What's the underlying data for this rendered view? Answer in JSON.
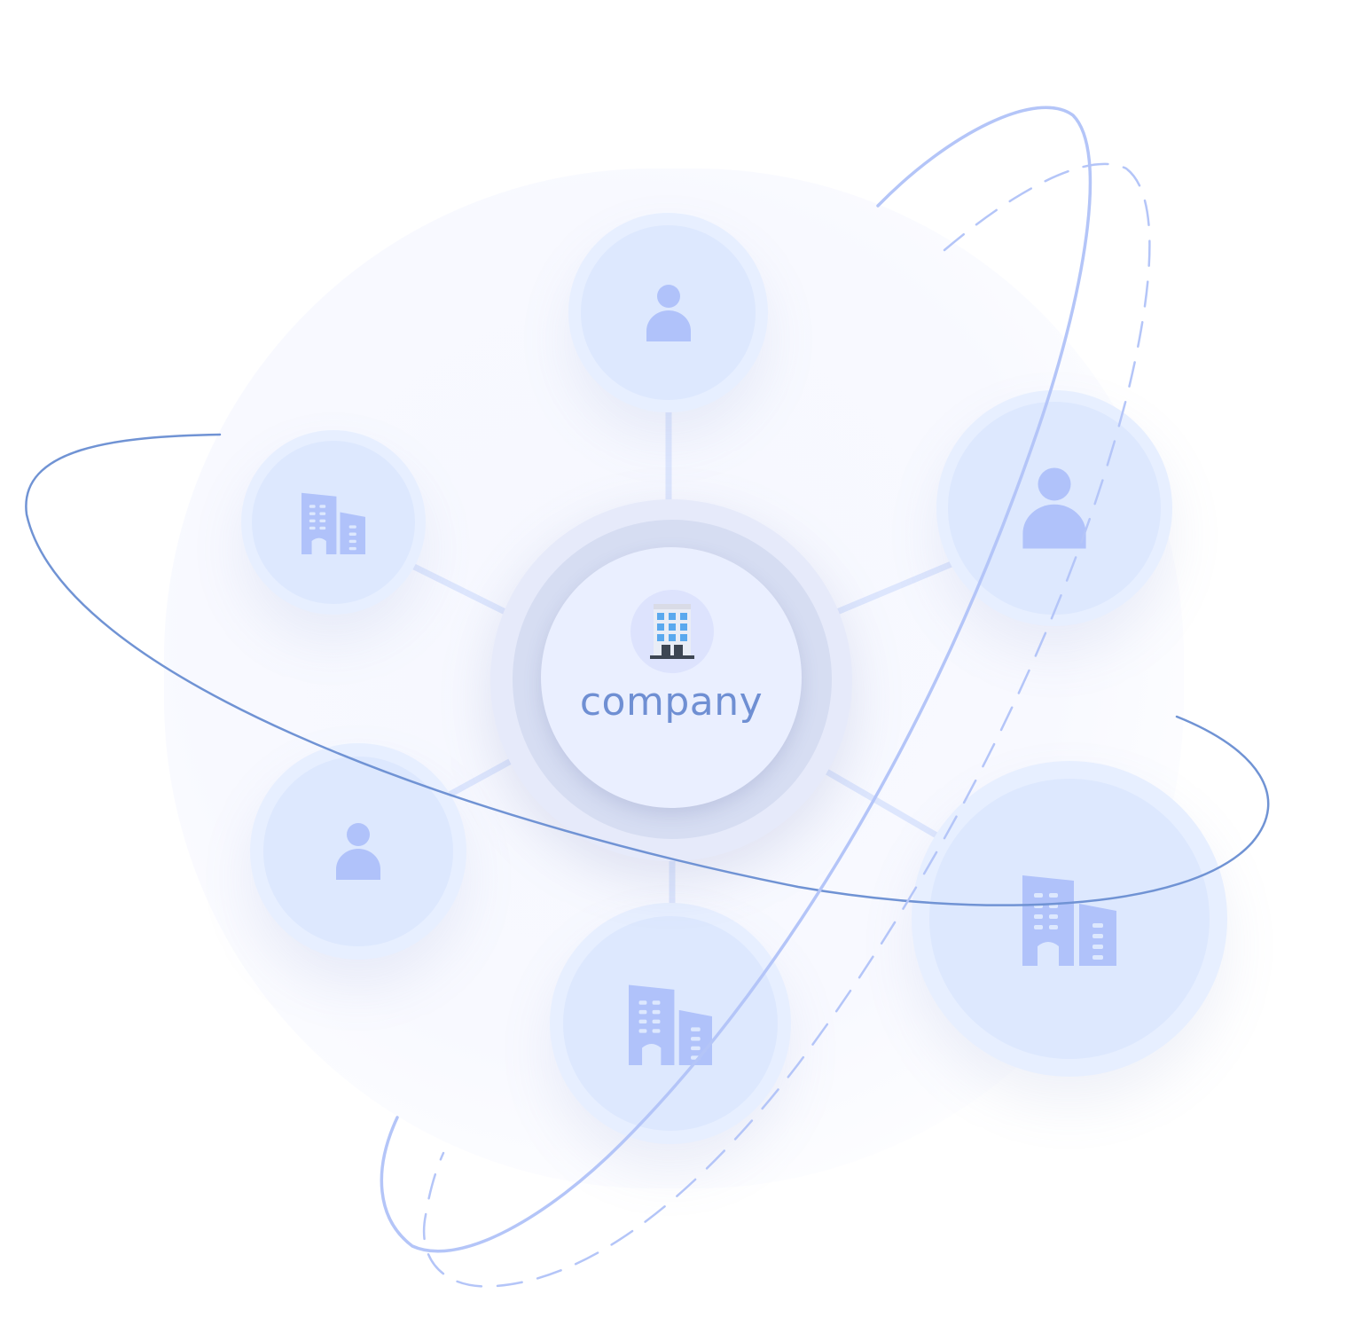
{
  "hub": {
    "label": "company",
    "icon": "office-building-icon"
  },
  "nodes": [
    {
      "id": "top",
      "icon": "person-icon"
    },
    {
      "id": "upper-left",
      "icon": "buildings-icon"
    },
    {
      "id": "right",
      "icon": "person-icon"
    },
    {
      "id": "left",
      "icon": "person-icon"
    },
    {
      "id": "bottom",
      "icon": "buildings-icon"
    },
    {
      "id": "lower-right",
      "icon": "buildings-icon"
    }
  ],
  "colors": {
    "node_outer": "#e7efff",
    "node_inner": "#dde8fe",
    "icon": "#b0c2fa",
    "connector": "#dde6fd",
    "orbit_dark": "#6f8fd3",
    "orbit_light": "#b4c5f8",
    "label": "#6f8fd3"
  }
}
